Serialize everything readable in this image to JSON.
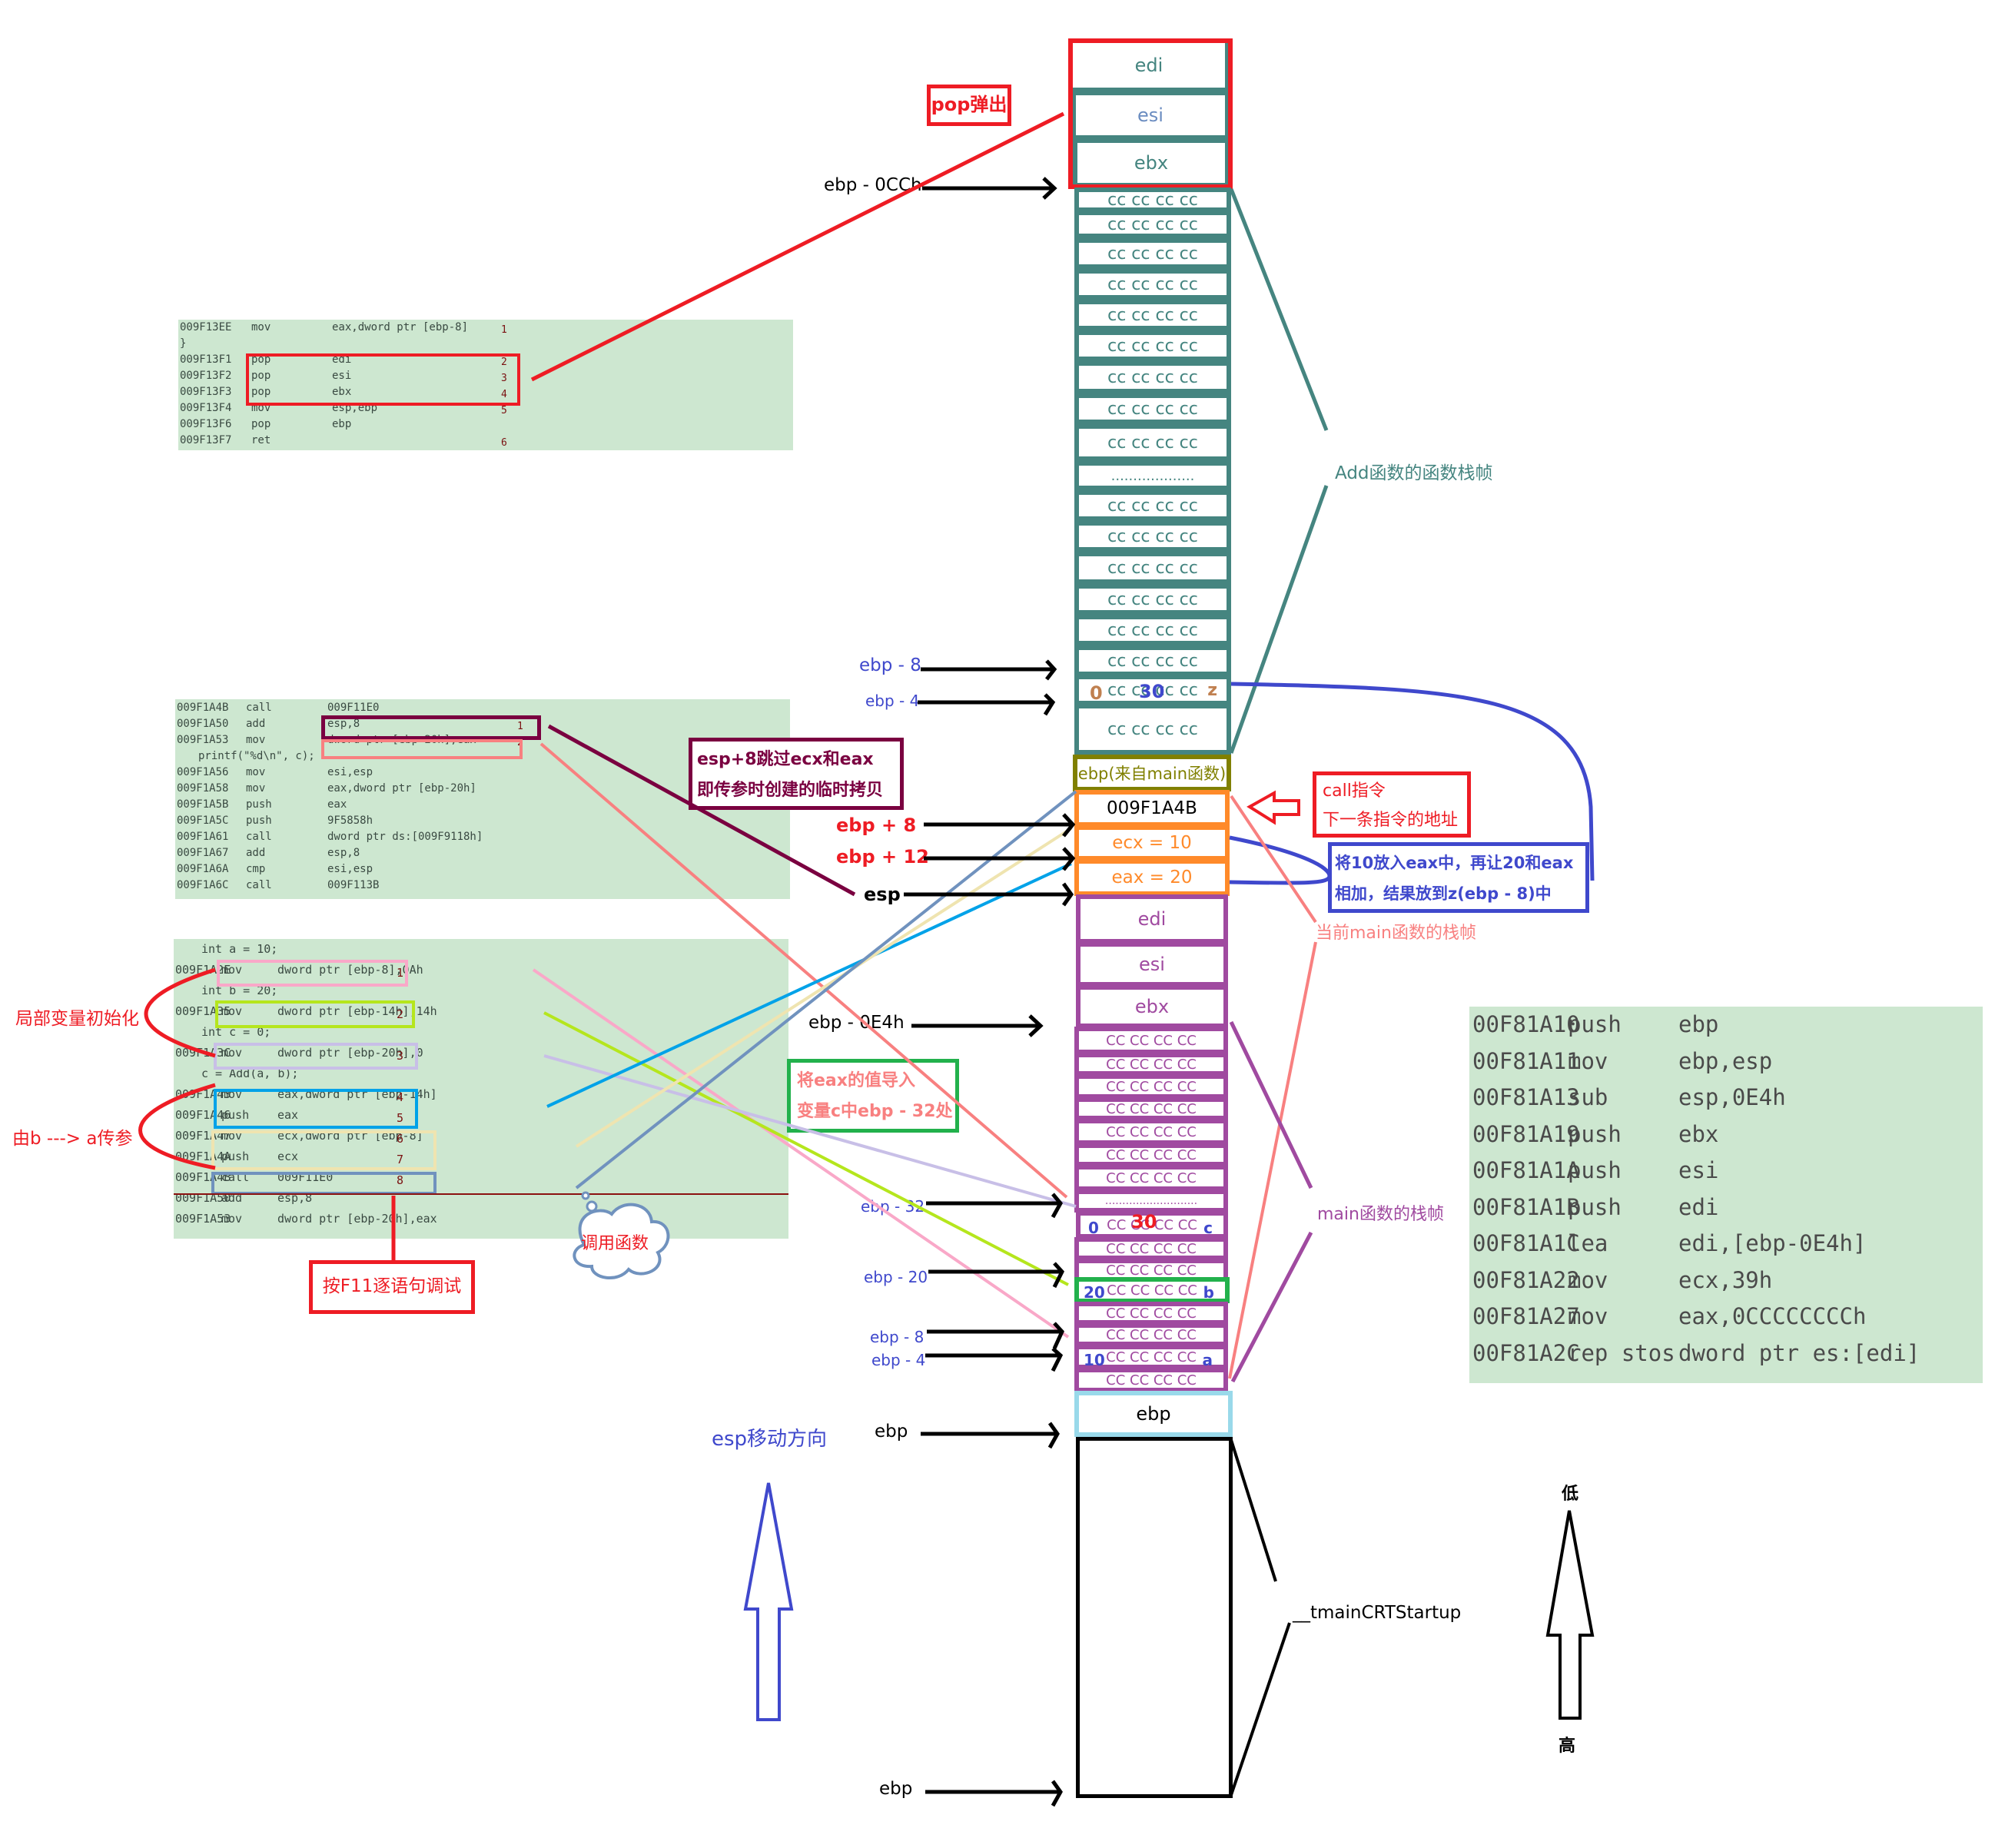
{
  "code_block_epilogue": {
    "lines": [
      {
        "addr": "009F13EE",
        "op": "mov",
        "args": "eax,dword ptr [ebp-8]",
        "num": "1"
      },
      {
        "addr": "}",
        "op": "",
        "args": "",
        "num": ""
      },
      {
        "addr": "009F13F1",
        "op": "pop",
        "args": "edi",
        "num": "2"
      },
      {
        "addr": "009F13F2",
        "op": "pop",
        "args": "esi",
        "num": "3"
      },
      {
        "addr": "009F13F3",
        "op": "pop",
        "args": "ebx",
        "num": "4"
      },
      {
        "addr": "009F13F4",
        "op": "mov",
        "args": "esp,ebp",
        "num": "5"
      },
      {
        "addr": "009F13F6",
        "op": "pop",
        "args": "ebp",
        "num": ""
      },
      {
        "addr": "009F13F7",
        "op": "ret",
        "args": "",
        "num": "6"
      }
    ]
  },
  "code_block_after_call": {
    "lines": [
      {
        "addr": "009F1A4B",
        "op": "call",
        "args": "009F11E0",
        "num": ""
      },
      {
        "addr": "009F1A50",
        "op": "add",
        "args": "esp,8",
        "num": "1"
      },
      {
        "addr": "009F1A53",
        "op": "mov",
        "args": "dword ptr [ebp-20h],eax",
        "num": "2"
      },
      {
        "addr": "",
        "op": "",
        "args": "printf(\"%d\\n\", c);",
        "num": "",
        "src": true
      },
      {
        "addr": "009F1A56",
        "op": "mov",
        "args": "esi,esp",
        "num": ""
      },
      {
        "addr": "009F1A58",
        "op": "mov",
        "args": "eax,dword ptr [ebp-20h]",
        "num": ""
      },
      {
        "addr": "009F1A5B",
        "op": "push",
        "args": "eax",
        "num": ""
      },
      {
        "addr": "009F1A5C",
        "op": "push",
        "args": "9F5858h",
        "num": ""
      },
      {
        "addr": "009F1A61",
        "op": "call",
        "args": "dword ptr ds:[009F9118h]",
        "num": ""
      },
      {
        "addr": "009F1A67",
        "op": "add",
        "args": "esp,8",
        "num": ""
      },
      {
        "addr": "009F1A6A",
        "op": "cmp",
        "args": "esi,esp",
        "num": ""
      },
      {
        "addr": "009F1A6C",
        "op": "call",
        "args": "009F113B",
        "num": ""
      }
    ]
  },
  "code_block_main": {
    "lines": [
      {
        "src": "int a = 10;"
      },
      {
        "addr": "009F1A2E",
        "op": "mov",
        "args": "dword ptr [ebp-8],0Ah",
        "num": "1"
      },
      {
        "src": "int b = 20;"
      },
      {
        "addr": "009F1A35",
        "op": "mov",
        "args": "dword ptr [ebp-14h],14h",
        "num": "2"
      },
      {
        "src": "int c = 0;"
      },
      {
        "addr": "009F1A3C",
        "op": "mov",
        "args": "dword ptr [ebp-20h],0",
        "num": "3"
      },
      {
        "src": "c = Add(a, b);"
      },
      {
        "addr": "009F1A43",
        "op": "mov",
        "args": "eax,dword ptr [ebp-14h]",
        "num": "4"
      },
      {
        "addr": "009F1A46",
        "op": "push",
        "args": "eax",
        "num": "5"
      },
      {
        "addr": "009F1A47",
        "op": "mov",
        "args": "ecx,dword ptr [ebp-8]",
        "num": "6"
      },
      {
        "addr": "009F1A4A",
        "op": "push",
        "args": "ecx",
        "num": "7"
      },
      {
        "addr": "009F1A4B",
        "op": "call",
        "args": "009F11E0",
        "num": "8"
      },
      {
        "addr": "009F1A50",
        "op": "add",
        "args": "esp,8",
        "num": ""
      },
      {
        "addr": "009F1A53",
        "op": "mov",
        "args": "dword ptr [ebp-20h],eax",
        "num": ""
      }
    ]
  },
  "code_block_prologue": {
    "lines": [
      {
        "addr": "00F81A10",
        "op": "push",
        "args": "ebp"
      },
      {
        "addr": "00F81A11",
        "op": "mov",
        "args": "ebp,esp"
      },
      {
        "addr": "00F81A13",
        "op": "sub",
        "args": "esp,0E4h"
      },
      {
        "addr": "00F81A19",
        "op": "push",
        "args": "ebx"
      },
      {
        "addr": "00F81A1A",
        "op": "push",
        "args": "esi"
      },
      {
        "addr": "00F81A1B",
        "op": "push",
        "args": "edi"
      },
      {
        "addr": "00F81A1C",
        "op": "lea",
        "args": "edi,[ebp-0E4h]"
      },
      {
        "addr": "00F81A22",
        "op": "mov",
        "args": "ecx,39h"
      },
      {
        "addr": "00F81A27",
        "op": "mov",
        "args": "eax,0CCCCCCCCh"
      },
      {
        "addr": "00F81A2C",
        "op": "rep stos",
        "args": "dword ptr es:[edi]"
      }
    ]
  },
  "stack": {
    "add_frame": {
      "saved_regs": [
        "edi",
        "esi",
        "ebx"
      ],
      "cc_label": "cc cc cc cc",
      "ellipsis": "...................",
      "z_cell": {
        "old": "0",
        "new": "30",
        "name": "z"
      }
    },
    "saved_ebp": "ebp(来自main函数)",
    "return_address": "009F1A4B",
    "param_ecx": "ecx = 10",
    "param_eax": "eax = 20",
    "main_frame": {
      "saved_regs": [
        "edi",
        "esi",
        "ebx"
      ],
      "cc_label": "CC CC CC CC",
      "ellipsis": "...........................",
      "c_cell": {
        "old": "0",
        "new": "30",
        "name": "c"
      },
      "b_cell": {
        "value": "20",
        "name": "b"
      },
      "a_cell": {
        "value": "10",
        "name": "a"
      }
    },
    "main_ebp": "ebp"
  },
  "pointer_labels": {
    "ebp_minus_0cch": "ebp - 0CCh",
    "add_ebp_minus_8": "ebp - 8",
    "add_ebp_minus_4": "ebp - 4",
    "ebp_plus_8": "ebp + 8",
    "ebp_plus_12": "ebp + 12",
    "esp": "esp",
    "ebp_minus_0e4h": "ebp - 0E4h",
    "ebp_minus_32": "ebp - 32",
    "ebp_minus_20": "ebp - 20",
    "main_ebp_minus_8": "ebp - 8",
    "main_ebp_minus_4": "ebp - 4",
    "ebp_main": "ebp",
    "ebp_startup": "ebp"
  },
  "annotations": {
    "pop_out": "pop弹出",
    "add_frame_label": "Add函数的函数栈帧",
    "esp_skip_line1": "esp+8跳过ecx和eax",
    "esp_skip_line2": "即传参时创建的临时拷贝",
    "call_note_line1": "call指令",
    "call_note_line2": "下一条指令的地址",
    "add_note_line1": "将10放入eax中，再让20和eax",
    "add_note_line2": "相加，结果放到z(ebp - 8)中",
    "current_main_frame": "当前main函数的栈帧",
    "eax_to_c_line1": "将eax的值导入",
    "eax_to_c_line2": "变量c中ebp - 32处",
    "main_frame_label": "main函数的栈帧",
    "local_init": "局部变量初始化",
    "pass_params": "由b ---> a传参",
    "call_function": "调用函数",
    "f11_debug": "按F11逐语句调试",
    "esp_direction": "esp移动方向",
    "startup": "__tmainCRTStartup",
    "low": "低",
    "high": "高"
  },
  "colors": {
    "add_frame": "#458580",
    "main_frame": "#a04aa0",
    "args": "#ff8a2a",
    "saved_ebp": "#808000",
    "red": "#ee1c24",
    "blue_text": "#3f48cc",
    "code_bg": "#cde7d0"
  }
}
